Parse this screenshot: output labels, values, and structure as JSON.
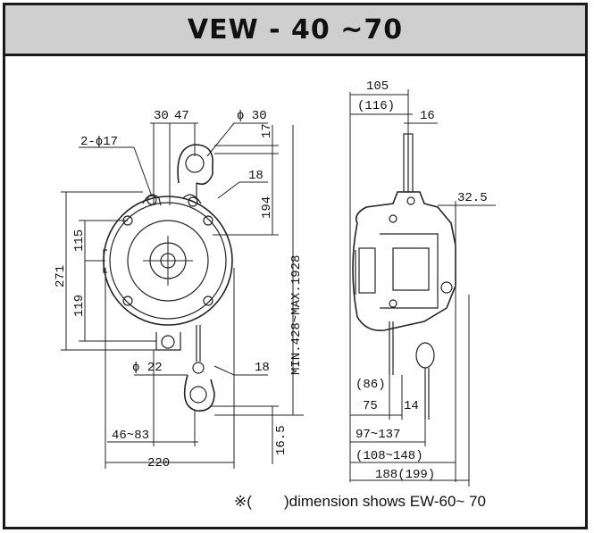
{
  "title": "VEW - 40 ~70",
  "dimensions": {
    "d30_47_a": "30",
    "d30_47_b": "47",
    "phi30": "ϕ 30",
    "phi17": "2-ϕ17",
    "d17": "17",
    "d18_top": "18",
    "d194": "194",
    "d115": "115",
    "d271": "271",
    "d119": "119",
    "minmax": "MIN.428~MAX.1928",
    "phi22": "ϕ 22",
    "d18_bottom": "18",
    "d46_83": "46~83",
    "d16_5": "16.5",
    "d220": "220",
    "d105": "105",
    "d116": "(116)",
    "d16": "16",
    "d32_5": "32.5",
    "d86": "(86)",
    "d75": "75",
    "d14": "14",
    "d97_137": "97~137",
    "d108_148": "(108~148)",
    "d188_199": "188(199)"
  },
  "note": {
    "mark": "※(",
    "text": ")dimension shows EW-60~ 70"
  }
}
